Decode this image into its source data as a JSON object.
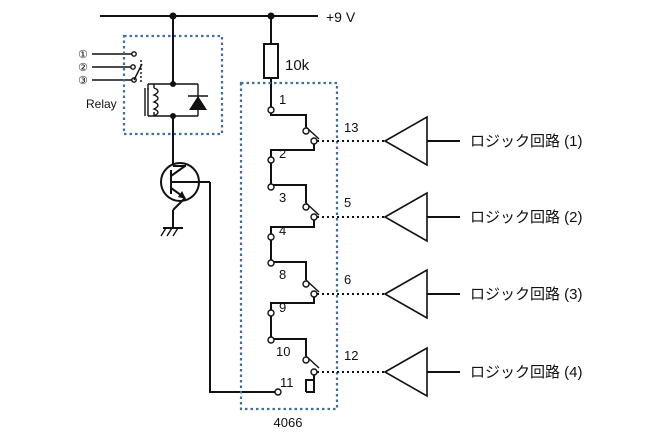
{
  "diagram": {
    "supply_label": "+9 V",
    "resistor_label": "10k",
    "relay_label": "Relay",
    "relay_terminals": [
      "①",
      "②",
      "③"
    ],
    "ic_label": "4066",
    "pin_labels": {
      "p1": "1",
      "p2": "2",
      "p3": "3",
      "p4": "4",
      "p5": "5",
      "p6": "6",
      "p8": "8",
      "p9": "9",
      "p10": "10",
      "p11": "11",
      "p12": "12",
      "p13": "13"
    },
    "logic_labels": [
      "ロジック回路 (1)",
      "ロジック回路 (2)",
      "ロジック回路 (3)",
      "ロジック回路 (4)"
    ],
    "colors": {
      "line": "#111111",
      "dashed_box": "#3d6fa3",
      "background": "#ffffff"
    }
  }
}
